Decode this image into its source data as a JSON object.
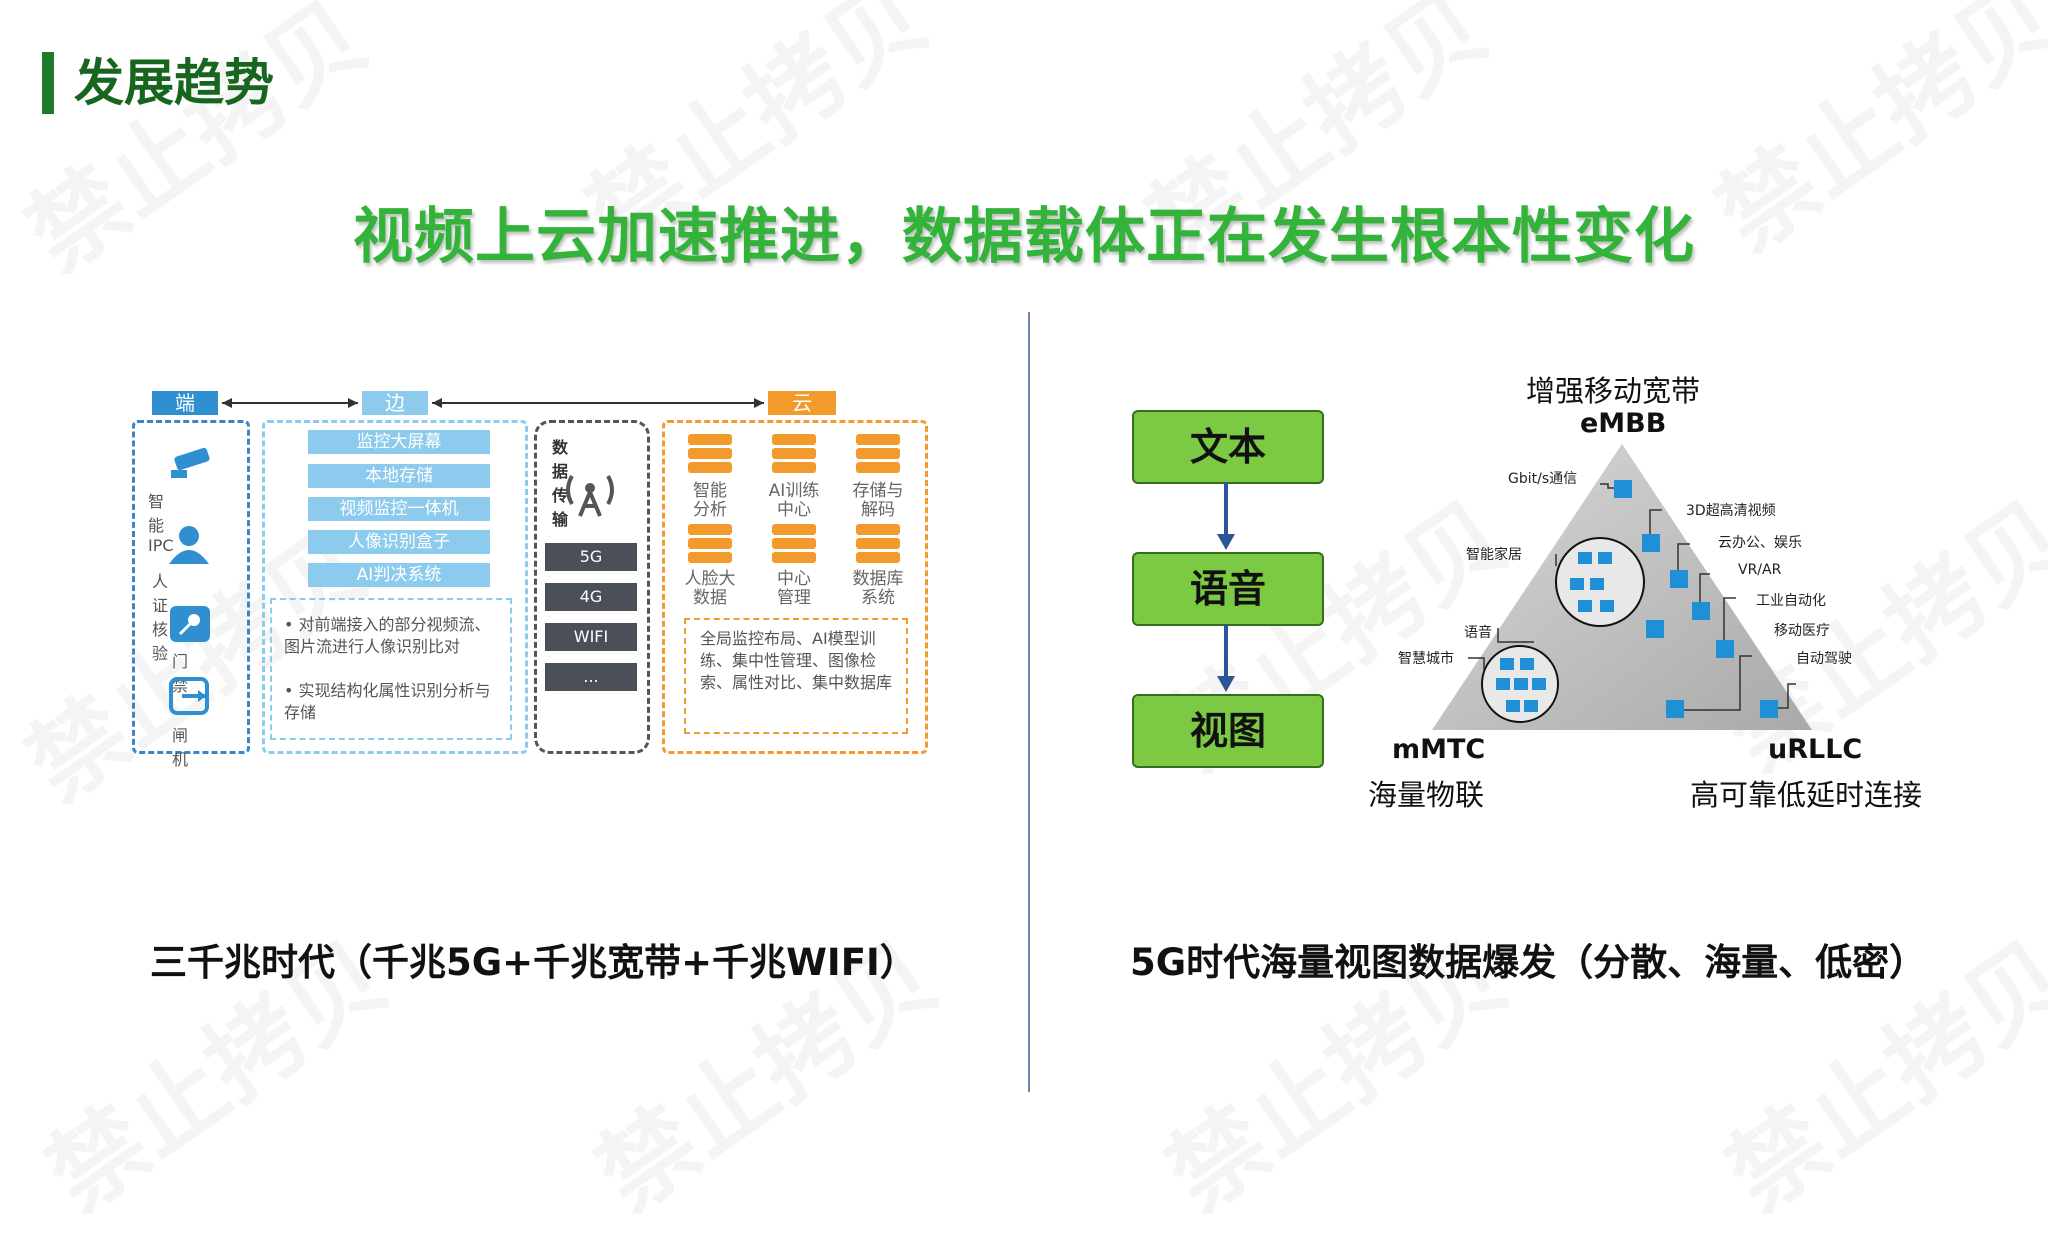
{
  "header": {
    "title": "发展趋势"
  },
  "headline": "视频上云加速推进，数据载体正在发生根本性变化",
  "watermark": "禁止拷贝",
  "left_diagram": {
    "tiers": [
      "端",
      "边",
      "云"
    ],
    "endpoint_items": [
      "智能IPC",
      "人证核验",
      "门禁",
      "闸机"
    ],
    "edge_buttons": [
      "监控大屏幕",
      "本地存储",
      "视频监控一体机",
      "人像识别盒子",
      "AI判决系统"
    ],
    "edge_notes": [
      "对前端接入的部分视频流、图片流进行人像识别比对",
      "实现结构化属性识别分析与存储"
    ],
    "transport": {
      "title": "数据传输",
      "items": [
        "5G",
        "4G",
        "WIFI",
        "..."
      ]
    },
    "cloud_items": [
      "智能\n分析",
      "AI训练\n中心",
      "存储与\n解码",
      "人脸大\n数据",
      "中心\n管理",
      "数据库\n系统"
    ],
    "cloud_note": "全局监控布局、AI模型训练、集中性管理、图像检索、属性对比、集中数据库"
  },
  "left_caption": "三千兆时代（千兆5G+千兆宽带+千兆WIFI）",
  "right_flow": [
    "文本",
    "语音",
    "视图"
  ],
  "triangle": {
    "top_cn": "增强移动宽带",
    "top_en": "eMBB",
    "left_en": "mMTC",
    "left_cn": "海量物联",
    "right_en": "uRLLC",
    "right_cn": "高可靠低延时连接",
    "labels": [
      "Gbit/s通信",
      "3D超高清视频",
      "云办公、娱乐",
      "VR/AR",
      "工业自动化",
      "移动医疗",
      "自动驾驶",
      "智能家居",
      "语音",
      "智慧城市"
    ]
  },
  "right_caption": "5G时代海量视图数据爆发（分散、海量、低密）",
  "colors": {
    "title_green": "#17661f",
    "headline_green": "#34b33a",
    "box_green": "#7cc943",
    "blue": "#2b5597",
    "orange": "#f39a2d"
  }
}
